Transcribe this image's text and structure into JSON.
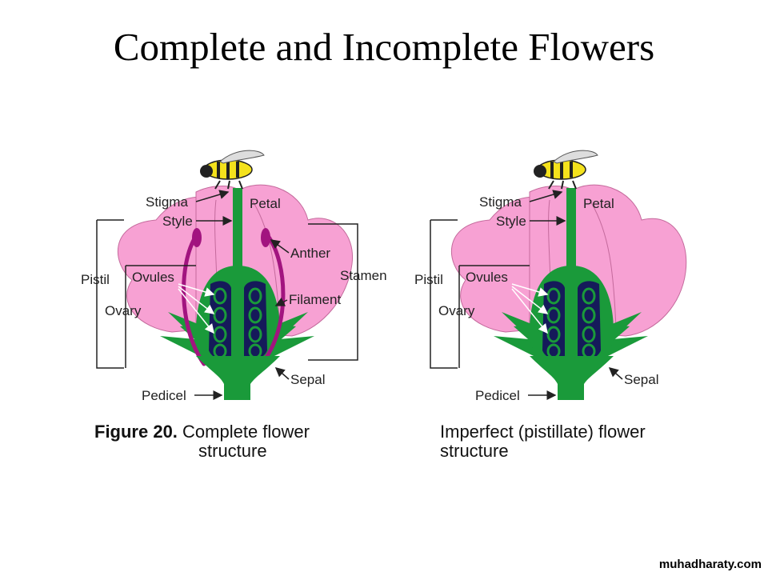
{
  "slide": {
    "title": "Complete and Incomplete Flowers",
    "watermark": "muhadharaty.com"
  },
  "figures": [
    {
      "id": "complete",
      "labels": {
        "stigma": "Stigma",
        "style": "Style",
        "petal": "Petal",
        "anther": "Anther",
        "stamen": "Stamen",
        "pistil": "Pistil",
        "ovules": "Ovules",
        "filament": "Filament",
        "ovary": "Ovary",
        "sepal": "Sepal",
        "pedicel": "Pedicel"
      },
      "caption_bold": "Figure 20.",
      "caption_line1": " Complete flower",
      "caption_line2": "structure"
    },
    {
      "id": "pistillate",
      "labels": {
        "stigma": "Stigma",
        "style": "Style",
        "petal": "Petal",
        "pistil": "Pistil",
        "ovules": "Ovules",
        "ovary": "Ovary",
        "sepal": "Sepal",
        "pedicel": "Pedicel"
      },
      "caption_line1": "Imperfect (pistillate) flower",
      "caption_line2": "structure"
    }
  ],
  "colors": {
    "petal": "#f7a1d3",
    "green": "#1a9a3a",
    "ovary_dark": "#151a5a",
    "stamen": "#a2147f",
    "bee_yellow": "#f4e21c"
  }
}
